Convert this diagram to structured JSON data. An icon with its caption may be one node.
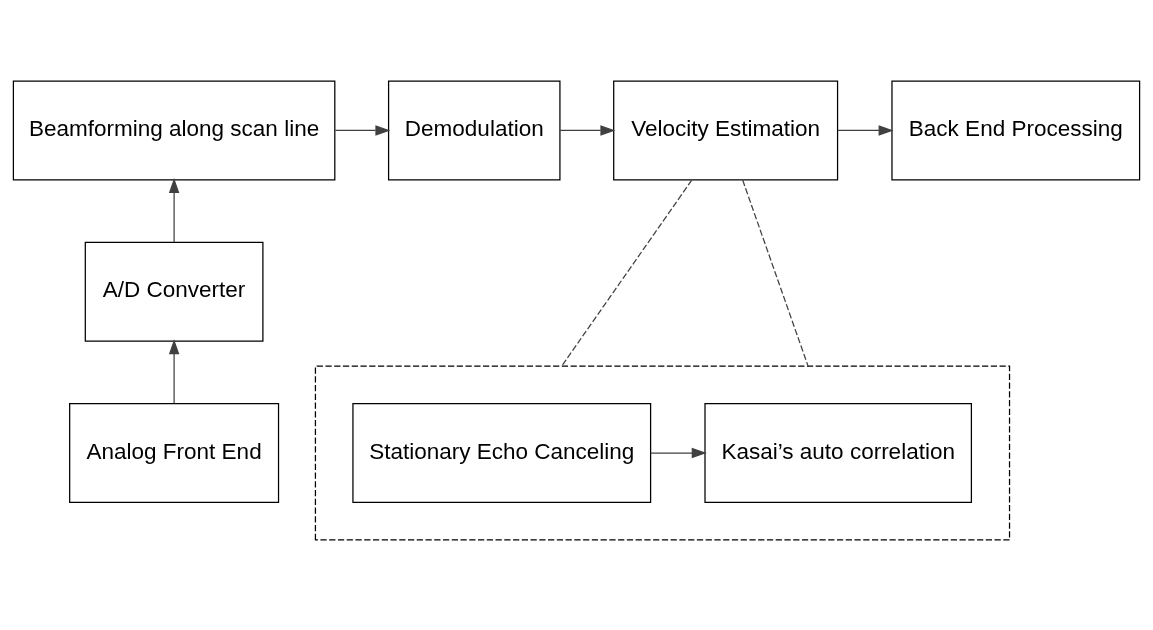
{
  "diagram": {
    "nodes": [
      {
        "text": [
          "Beamforming along scan line"
        ]
      },
      {
        "text": [
          "Demodulation"
        ]
      },
      {
        "text": [
          "Velocity Estimation"
        ]
      },
      {
        "text": [
          "Back End Processing"
        ]
      },
      {
        "text": [
          "A/D Converter"
        ]
      },
      {
        "text": [
          "Analog Front End"
        ]
      },
      {
        "text": [],
        "shape": "box"
      },
      {
        "text": [
          "Stationary Echo Canceling"
        ],
        "in": 6
      },
      {
        "text": [
          "Kasai’s auto correlation"
        ],
        "in": 6
      }
    ],
    "edges": [
      {
        "from": 0,
        "to": 1,
        "arrow": "to"
      },
      {
        "from": 1,
        "to": 2,
        "arrow": "to"
      },
      {
        "from": 2,
        "to": 3,
        "arrow": "to"
      },
      {
        "from": 4,
        "to": 0,
        "arrow": "to"
      },
      {
        "from": 5,
        "to": 4,
        "arrow": "to"
      },
      {
        "from": 2,
        "to": 6,
        "arrow": "none",
        "style": "dashed"
      },
      {
        "from": 2,
        "to": 6,
        "arrow": "none",
        "style": "dashed"
      },
      {
        "from": 7,
        "to": 8,
        "arrow": "to"
      }
    ]
  }
}
